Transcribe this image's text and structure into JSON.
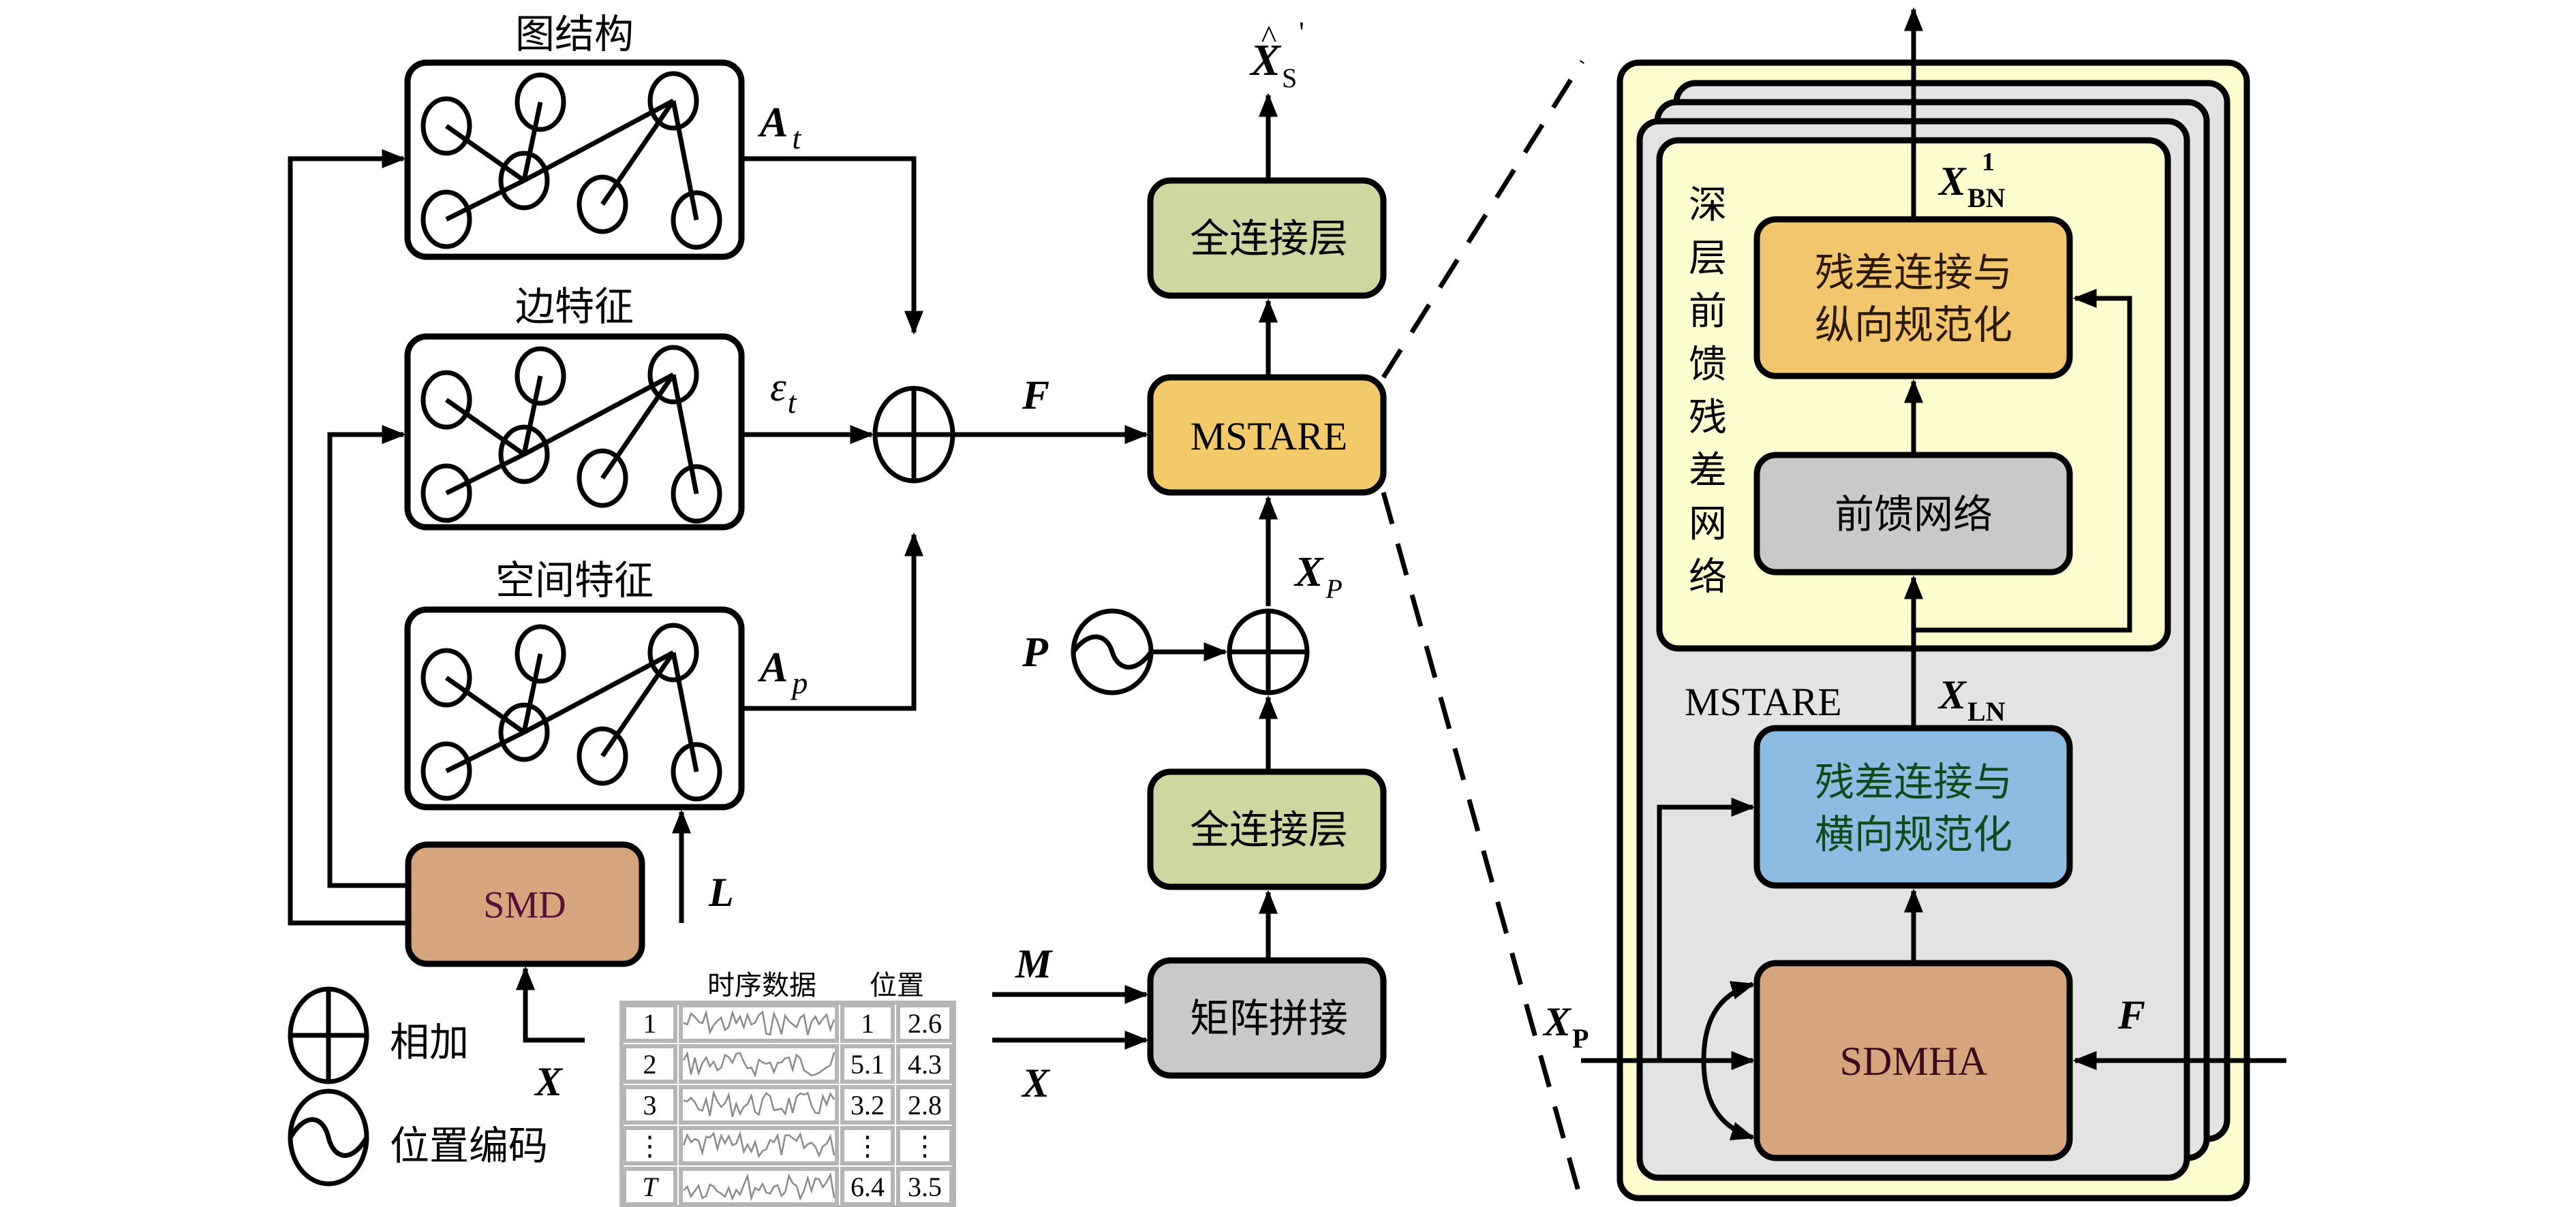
{
  "colors": {
    "fc_layer": "#cfd6a0",
    "mstare": "#f2ca6a",
    "smd": "#d6a57e",
    "matrix_concat": "#c9c9c9",
    "ff_network": "#c9c9c9",
    "residual_vertical": "#f2c66c",
    "residual_horizontal": "#8dbce3",
    "sdmha": "#d6a57e",
    "panel_yellow": "#fefdd0",
    "panel_grey": "#e3e3e3",
    "adder_fill": "#a6ddc9",
    "smd_text": "#5a0f3a",
    "horizontal_text": "#0f4a1a"
  },
  "left": {
    "graph_structure_title": "图结构",
    "edge_feature_title": "边特征",
    "spatial_feature_title": "空间特征",
    "label_A_t": "A",
    "label_A_t_sub": "t",
    "label_eps_t": "ε",
    "label_eps_t_sub": "t",
    "label_A_p": "A",
    "label_A_p_sub": "p",
    "smd_label": "SMD",
    "label_L": "L",
    "label_X": "X"
  },
  "legend": {
    "add_label": "相加",
    "pos_encoding_label": "位置编码"
  },
  "table": {
    "header_series": "时序数据",
    "header_position": "位置",
    "rows": [
      {
        "index": "1",
        "pos1": "1",
        "pos2": "2.6"
      },
      {
        "index": "2",
        "pos1": "5.1",
        "pos2": "4.3"
      },
      {
        "index": "3",
        "pos1": "3.2",
        "pos2": "2.8"
      },
      {
        "index": "⋮",
        "pos1": "⋮",
        "pos2": "⋮"
      },
      {
        "index": "T",
        "pos1": "6.4",
        "pos2": "3.5"
      }
    ]
  },
  "middle": {
    "label_F": "F",
    "mstare_label": "MSTARE",
    "fc_top_label": "全连接层",
    "fc_bottom_label": "全连接层",
    "matrix_concat_label": "矩阵拼接",
    "output_label": "X",
    "output_sub": "S",
    "output_prime": "'",
    "output_hat": "^",
    "label_Xp": "X",
    "label_Xp_sub": "P",
    "label_P": "P",
    "label_M": "M",
    "label_X_in": "X"
  },
  "right_panel": {
    "deep_ff_title": "深层前馈残差网络",
    "residual_vertical_line1": "残差连接与",
    "residual_vertical_line2": "纵向规范化",
    "ff_network_label": "前馈网络",
    "mstare_caption": "MSTARE",
    "label_X_LN": "X",
    "label_X_LN_sub": "LN",
    "label_X_BN": "X",
    "label_X_BN_sub": "BN",
    "label_X_BN_sup": "1",
    "residual_horizontal_line1": "残差连接与",
    "residual_horizontal_line2": "横向规范化",
    "sdmha_label": "SDMHA",
    "label_Xp": "X",
    "label_Xp_sub": "P",
    "label_F": "F"
  }
}
